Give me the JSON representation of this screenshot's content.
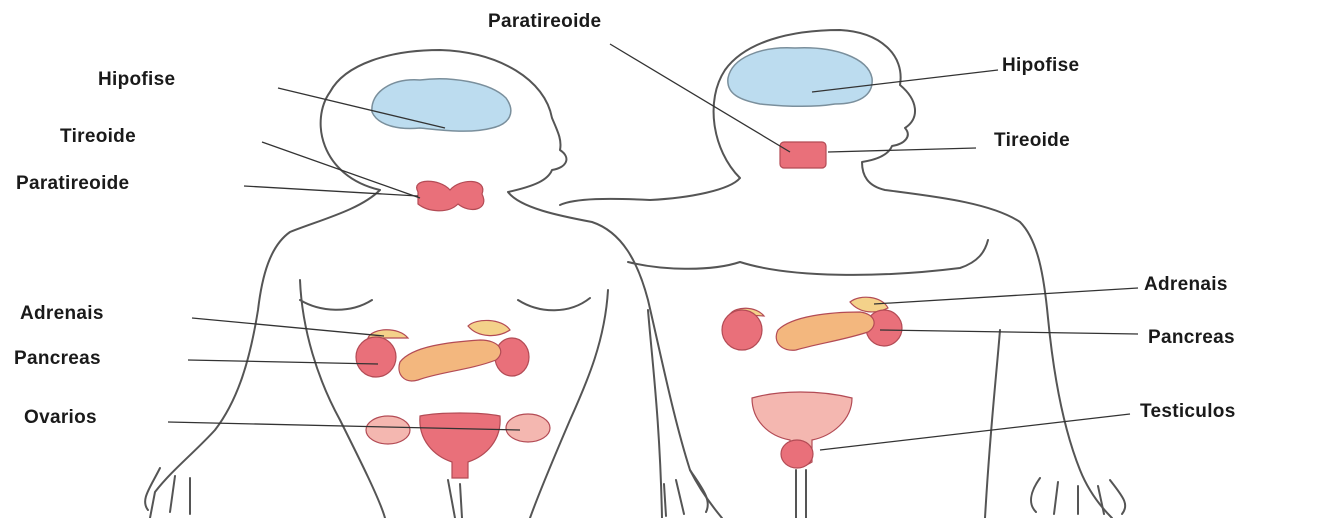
{
  "diagram": {
    "female_labels": {
      "hipofise": "Hipofise",
      "tireoide": "Tireoide",
      "paratireoide": "Paratireoide",
      "adrenais": "Adrenais",
      "pancreas": "Pancreas",
      "ovarios": "Ovarios"
    },
    "male_labels": {
      "paratireoide": "Paratireoide",
      "hipofise": "Hipofise",
      "tireoide": "Tireoide",
      "adrenais": "Adrenais",
      "pancreas": "Pancreas",
      "testiculos": "Testiculos"
    }
  },
  "colors": {
    "outline": "#555555",
    "brain": "#bcdcef",
    "gland": "#e9707a",
    "adrenal": "#f4d28a",
    "pancreas": "#f3b77e",
    "leader": "#333333"
  }
}
